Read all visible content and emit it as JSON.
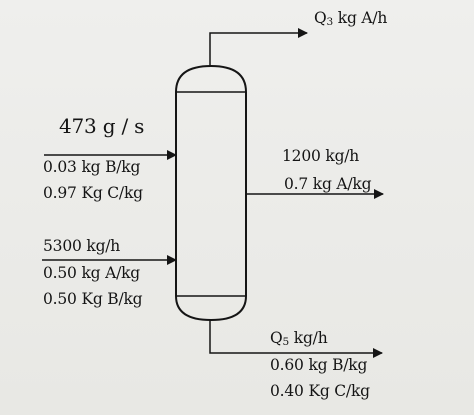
{
  "top_outlet": {
    "label_main": "Q",
    "label_sub": "3",
    "label_rest": " kg A/h"
  },
  "feed_1": {
    "rate": "473 g / s",
    "line1": "0.03 kg B/kg",
    "line2": "0.97 Kg C/kg"
  },
  "feed_2": {
    "rate": "5300 kg/h",
    "line1": "0.50 kg A/kg",
    "line2": "0.50 Kg B/kg"
  },
  "side_outlet": {
    "rate": "1200 kg/h",
    "line1": "0.7 kg A/kg"
  },
  "bottom_outlet": {
    "label_main": "Q",
    "label_sub": "5",
    "label_rest": " kg/h",
    "line1": "0.60 kg B/kg",
    "line2": "0.40 Kg C/kg"
  }
}
